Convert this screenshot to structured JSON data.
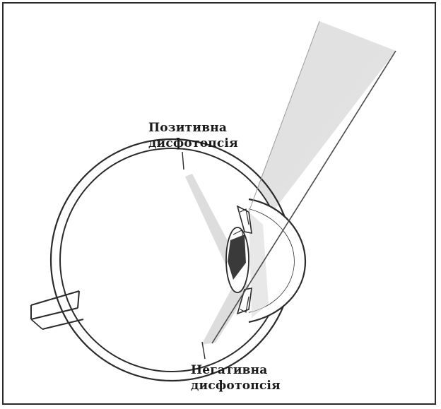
{
  "labels": {
    "positive": {
      "line1": "Позитивна",
      "line2": "дисфотопсія"
    },
    "negative": {
      "line1": "Негативна",
      "line2": "дисфотопсія"
    }
  },
  "colors": {
    "stroke": "#2b2b2b",
    "beam": "#c8c8c8",
    "lens": "#3a3a3a",
    "frame": "#2a2a2a"
  },
  "icons": [
    "eye-cross-section-icon"
  ]
}
